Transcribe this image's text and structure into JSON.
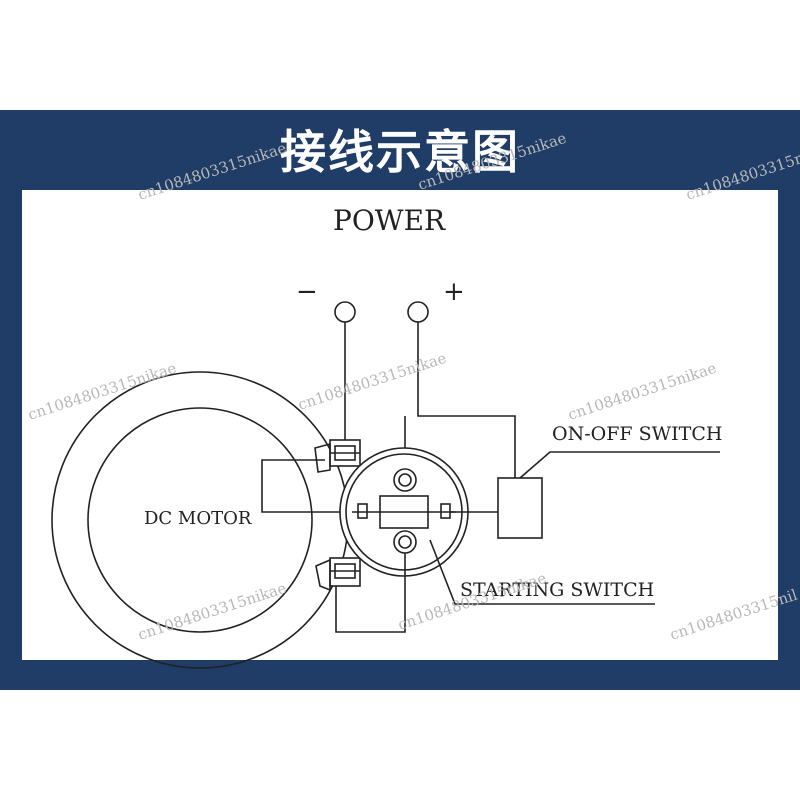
{
  "title": "接线示意图",
  "labels": {
    "power": "POWER",
    "minus": "−",
    "plus": "+",
    "dc_motor": "DC MOTOR",
    "on_off_switch": "ON-OFF SWITCH",
    "starting_switch": "STARTING SWITCH"
  },
  "watermarks": [
    "cn1084803315nikae",
    "cn1084803315nikae",
    "cn1084803315nil",
    "cn1084803315nikae",
    "cn1084803315nikae",
    "cn1084803315nikae",
    "cn1084803315nikae",
    "cn1084803315nikae",
    "cn1084803315nil"
  ],
  "colors": {
    "banner": "#1f3d66",
    "panel": "#ffffff",
    "line": "#222222",
    "watermark": "#b8b8b8"
  }
}
